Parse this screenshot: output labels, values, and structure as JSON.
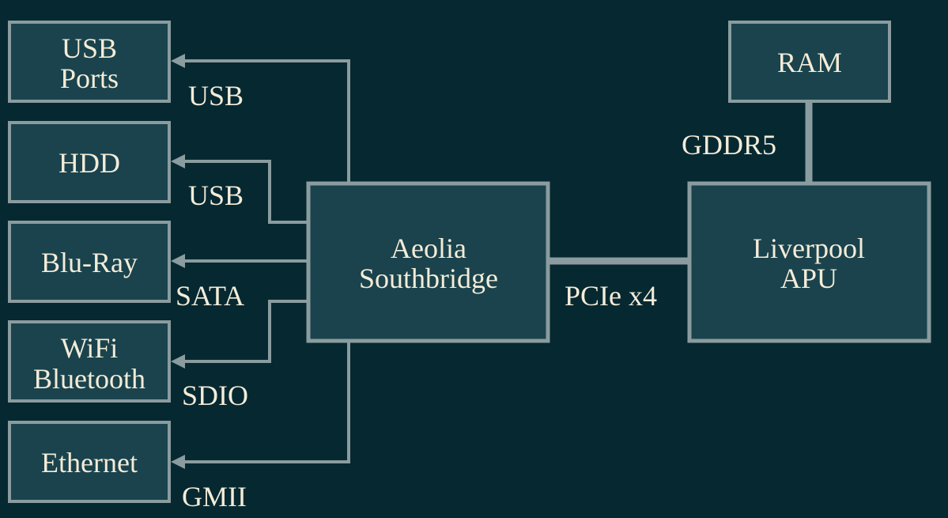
{
  "colors": {
    "background": "#062831",
    "box_fill": "#1a434d",
    "stroke": "#8a9c9f",
    "text": "#f3ecd8"
  },
  "nodes": {
    "usb_ports": [
      "USB",
      "Ports"
    ],
    "hdd": [
      "HDD"
    ],
    "bluray": [
      "Blu-Ray"
    ],
    "wifi": [
      "WiFi",
      "Bluetooth"
    ],
    "ethernet": [
      "Ethernet"
    ],
    "southbridge": [
      "Aeolia",
      "Southbridge"
    ],
    "apu": [
      "Liverpool",
      "APU"
    ],
    "ram": [
      "RAM"
    ]
  },
  "edges": {
    "usb_ports": "USB",
    "hdd": "USB",
    "bluray": "SATA",
    "wifi": "SDIO",
    "ethernet": "GMII",
    "pcie": "PCIe x4",
    "ram": "GDDR5"
  }
}
